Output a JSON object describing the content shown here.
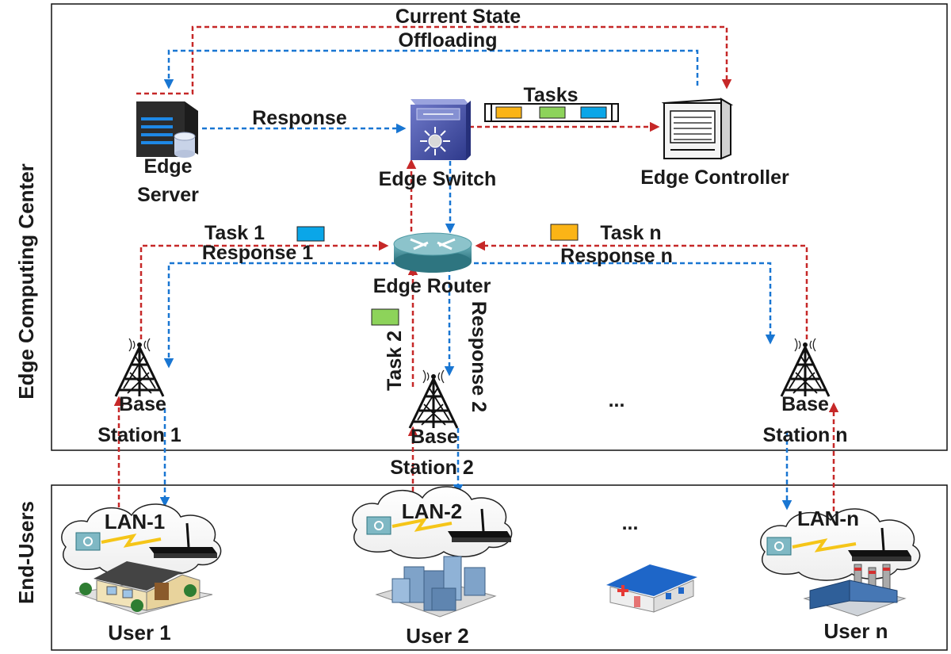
{
  "regions": {
    "edge_center": "Edge Computing Center",
    "end_users": "End-Users"
  },
  "flows": {
    "current_state": "Current State",
    "offloading": "Offloading",
    "response": "Response",
    "tasks": "Tasks",
    "task_1": "Task 1",
    "response_1": "Response 1",
    "task_n": "Task n",
    "response_n": "Response n",
    "task_2": "Task 2",
    "response_2": "Response 2"
  },
  "nodes": {
    "edge_server": [
      "Edge",
      "Server"
    ],
    "edge_switch": "Edge Switch",
    "edge_controller": "Edge Controller",
    "edge_router": "Edge Router",
    "base_station_1": [
      "Base",
      "Station 1"
    ],
    "base_station_2": [
      "Base",
      "Station 2"
    ],
    "base_station_n": [
      "Base",
      "Station n"
    ],
    "ellipsis_mid": "...",
    "ellipsis_low": "..."
  },
  "lans": {
    "lan1": "LAN-1",
    "lan2": "LAN-2",
    "lann": "LAN-n"
  },
  "users": {
    "user1": "User 1",
    "user2": "User 2",
    "usern": "User n"
  },
  "colors": {
    "request_arrow": "#c62828",
    "response_arrow": "#1976d2",
    "task_orange": "#fbb416",
    "task_green": "#8dd35a",
    "task_blue": "#0aa6e8"
  }
}
